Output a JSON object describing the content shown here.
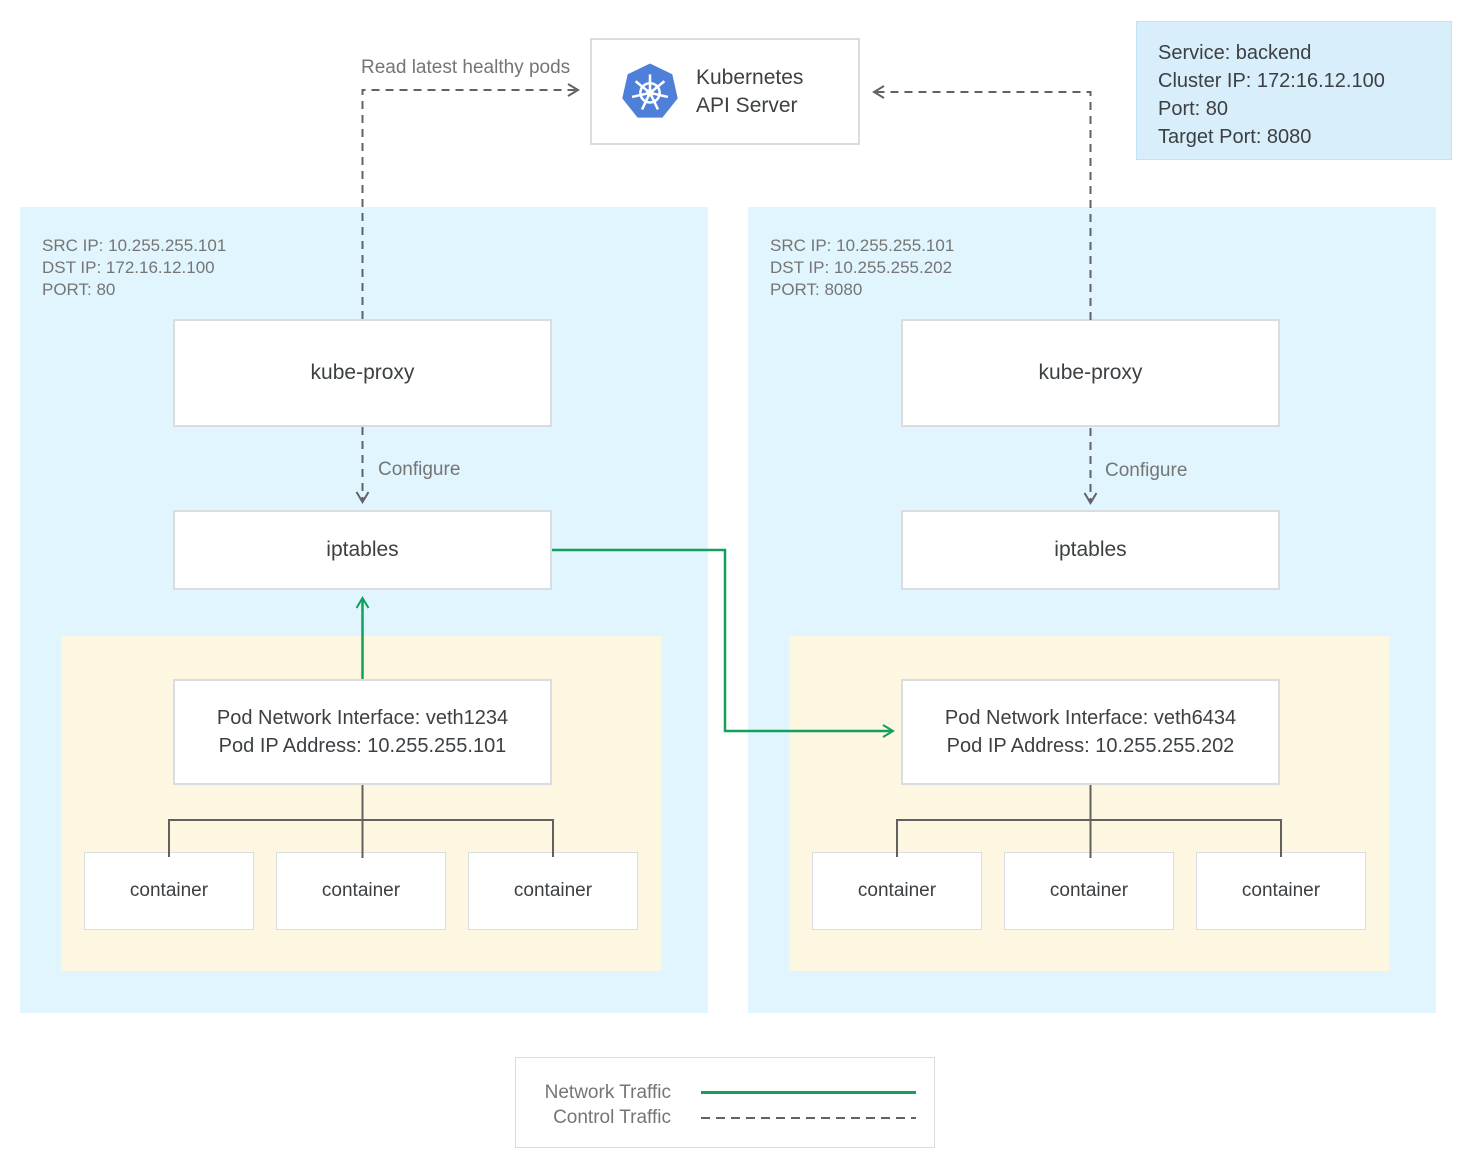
{
  "colors": {
    "node_bg": "#e1f5fe",
    "pod_bg": "#fdf7e2",
    "service_bg": "#d8eefa",
    "network_green": "#12a05c",
    "control_gray": "#5f6368",
    "border_gray": "#dadce0",
    "text_dark": "#3c4043",
    "text_gray": "#757575",
    "k8s_blue": "#4e7fd9"
  },
  "api_server": {
    "icon": "kubernetes-helm-icon",
    "title_line1": "Kubernetes",
    "title_line2": "API Server"
  },
  "service_card": {
    "lines": [
      "Service: backend",
      "Cluster IP: 172:16.12.100",
      "Port: 80",
      "Target Port: 8080"
    ]
  },
  "labels": {
    "read_latest": "Read latest healthy pods",
    "configure_left": "Configure",
    "configure_right": "Configure"
  },
  "nodes": [
    {
      "meta": [
        "SRC IP: 10.255.255.101",
        "DST IP: 172.16.12.100",
        "PORT: 80"
      ],
      "kube_proxy_label": "kube-proxy",
      "iptables_label": "iptables",
      "pod": {
        "interface_line": "Pod Network Interface: veth1234",
        "ip_line": "Pod IP Address: 10.255.255.101",
        "containers": [
          "container",
          "container",
          "container"
        ]
      }
    },
    {
      "meta": [
        "SRC IP: 10.255.255.101",
        "DST IP: 10.255.255.202",
        "PORT: 8080"
      ],
      "kube_proxy_label": "kube-proxy",
      "iptables_label": "iptables",
      "pod": {
        "interface_line": "Pod Network Interface: veth6434",
        "ip_line": "Pod IP Address: 10.255.255.202",
        "containers": [
          "container",
          "container",
          "container"
        ]
      }
    }
  ],
  "legend": {
    "network_label": "Network Traffic",
    "control_label": "Control Traffic"
  }
}
